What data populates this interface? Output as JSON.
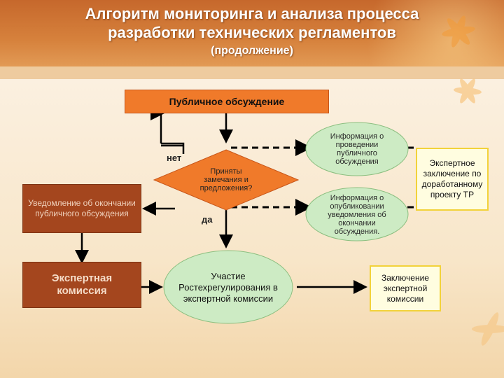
{
  "header": {
    "title_line1": "Алгоритм мониторинга и анализа процесса",
    "title_line2": "разработки технических регламентов",
    "subtitle": "(продолжение)"
  },
  "flow": {
    "public_discussion": "Публичное обсуждение",
    "decision": "Приняты замечания и предложения?",
    "no_label": "нет",
    "yes_label": "да",
    "notification": "Уведомление об окончании публичного обсуждения",
    "expert_commission": "Экспертная комиссия",
    "rostech_participation": "Участие Ростехрегулирования в экспертной комиссии",
    "info_discussion": "Информация о проведении публичного обсуждения",
    "info_end": "Информация о опубликовании уведомления об окончании обсуждения.",
    "expert_conclusion_tr": "Экспертное заключение по доработанному проекту ТР",
    "commission_conclusion": "Заключение экспертной комиссии"
  },
  "colors": {
    "orange": "#f07a2a",
    "brown": "#a4461e",
    "green": "#cdebc4",
    "yellow_box": "#fffde0",
    "yellow_border": "#f2d23a"
  }
}
